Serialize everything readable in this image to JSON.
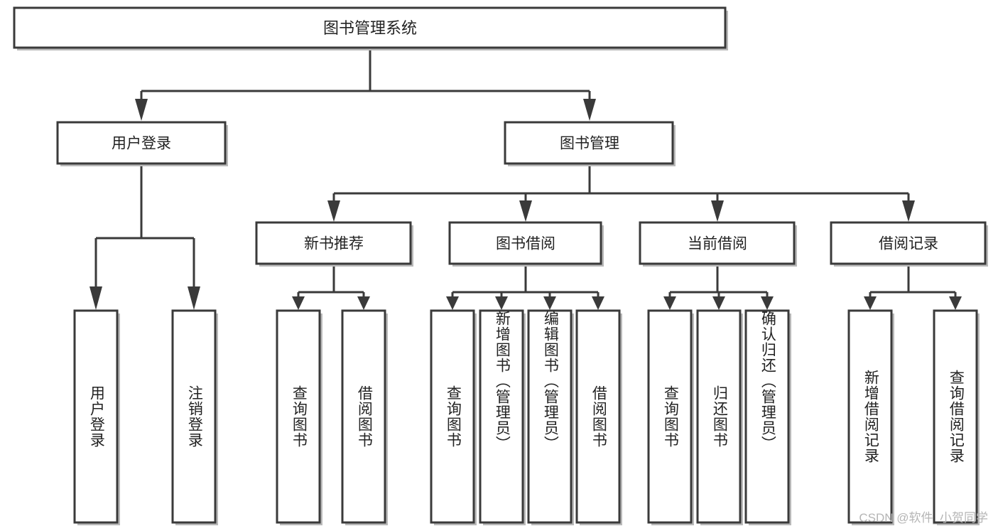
{
  "diagram": {
    "title": "图书管理系统",
    "type": "tree-hierarchy-diagram",
    "root": {
      "label": "图书管理系统"
    },
    "level1": [
      {
        "label": "用户登录"
      },
      {
        "label": "图书管理"
      }
    ],
    "level2": [
      {
        "label": "新书推荐",
        "parent": "图书管理"
      },
      {
        "label": "图书借阅",
        "parent": "图书管理"
      },
      {
        "label": "当前借阅",
        "parent": "图书管理"
      },
      {
        "label": "借阅记录",
        "parent": "图书管理"
      }
    ],
    "leaves": {
      "user_login": [
        {
          "label": "用户登录"
        },
        {
          "label": "注销登录"
        }
      ],
      "new_book_recommend": [
        {
          "label": "查询图书"
        },
        {
          "label": "借阅图书"
        }
      ],
      "book_borrow": [
        {
          "label": "查询图书"
        },
        {
          "label": "新增图书（管理员）"
        },
        {
          "label": "编辑图书（管理员）"
        },
        {
          "label": "借阅图书"
        }
      ],
      "current_borrow": [
        {
          "label": "查询图书"
        },
        {
          "label": "归还图书"
        },
        {
          "label": "确认归还（管理员）"
        }
      ],
      "borrow_record": [
        {
          "label": "新增借阅记录"
        },
        {
          "label": "查询借阅记录"
        }
      ]
    }
  },
  "watermark": {
    "text": "CSDN @软件_小贺同学"
  },
  "colors": {
    "box_stroke": "#3a3a3a",
    "box_fill": "#ffffff",
    "connector": "#3a3a3a",
    "text": "#222222",
    "watermark": "#b5b5b5",
    "background": "#ffffff"
  }
}
